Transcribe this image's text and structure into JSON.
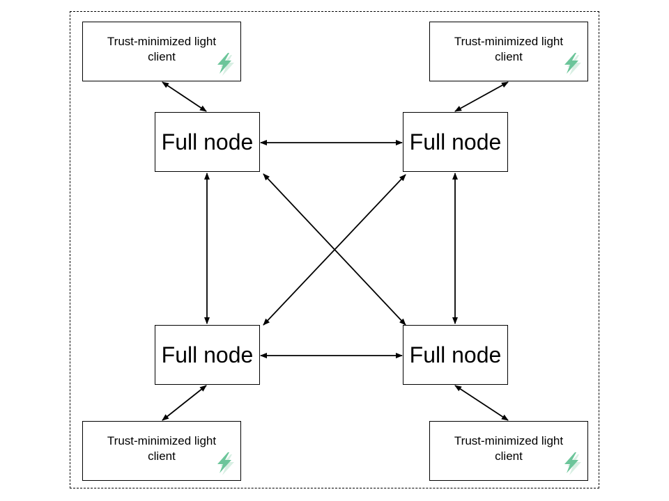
{
  "diagram": {
    "full_nodes": [
      {
        "id": "fn-top-left",
        "label": "Full node"
      },
      {
        "id": "fn-top-right",
        "label": "Full node"
      },
      {
        "id": "fn-bottom-left",
        "label": "Full node"
      },
      {
        "id": "fn-bottom-right",
        "label": "Full node"
      }
    ],
    "light_clients": [
      {
        "id": "lc-top-left",
        "label": "Trust-minimized light client",
        "icon": "lightning-bolt-icon"
      },
      {
        "id": "lc-top-right",
        "label": "Trust-minimized light client",
        "icon": "lightning-bolt-icon"
      },
      {
        "id": "lc-bottom-left",
        "label": "Trust-minimized light client",
        "icon": "lightning-bolt-icon"
      },
      {
        "id": "lc-bottom-right",
        "label": "Trust-minimized light client",
        "icon": "lightning-bolt-icon"
      }
    ],
    "edges": [
      {
        "from": "lc-top-left",
        "to": "fn-top-left",
        "bidirectional": true
      },
      {
        "from": "lc-top-right",
        "to": "fn-top-right",
        "bidirectional": true
      },
      {
        "from": "lc-bottom-left",
        "to": "fn-bottom-left",
        "bidirectional": true
      },
      {
        "from": "lc-bottom-right",
        "to": "fn-bottom-right",
        "bidirectional": true
      },
      {
        "from": "fn-top-left",
        "to": "fn-top-right",
        "bidirectional": true
      },
      {
        "from": "fn-bottom-left",
        "to": "fn-bottom-right",
        "bidirectional": true
      },
      {
        "from": "fn-top-left",
        "to": "fn-bottom-left",
        "bidirectional": true
      },
      {
        "from": "fn-top-right",
        "to": "fn-bottom-right",
        "bidirectional": true
      },
      {
        "from": "fn-top-left",
        "to": "fn-bottom-right",
        "bidirectional": true
      },
      {
        "from": "fn-top-right",
        "to": "fn-bottom-left",
        "bidirectional": true
      }
    ],
    "colors": {
      "line": "#000000",
      "box_border": "#000000",
      "icon_fill": "#6cc59a",
      "icon_shadow": "#d8efe3"
    }
  }
}
